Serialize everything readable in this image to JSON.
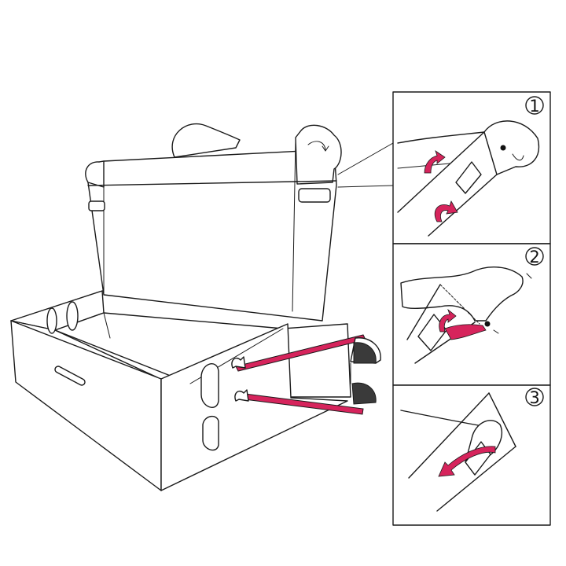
{
  "colors": {
    "accent": "#d6245c",
    "outline": "#1a1a1a",
    "background": "#ffffff"
  },
  "icons": [
    "circled-number-1",
    "circled-number-2",
    "circled-number-3",
    "curved-arrow",
    "strap-insert-arrow"
  ],
  "steps": [
    {
      "label": "1"
    },
    {
      "label": "2"
    },
    {
      "label": "3"
    }
  ]
}
